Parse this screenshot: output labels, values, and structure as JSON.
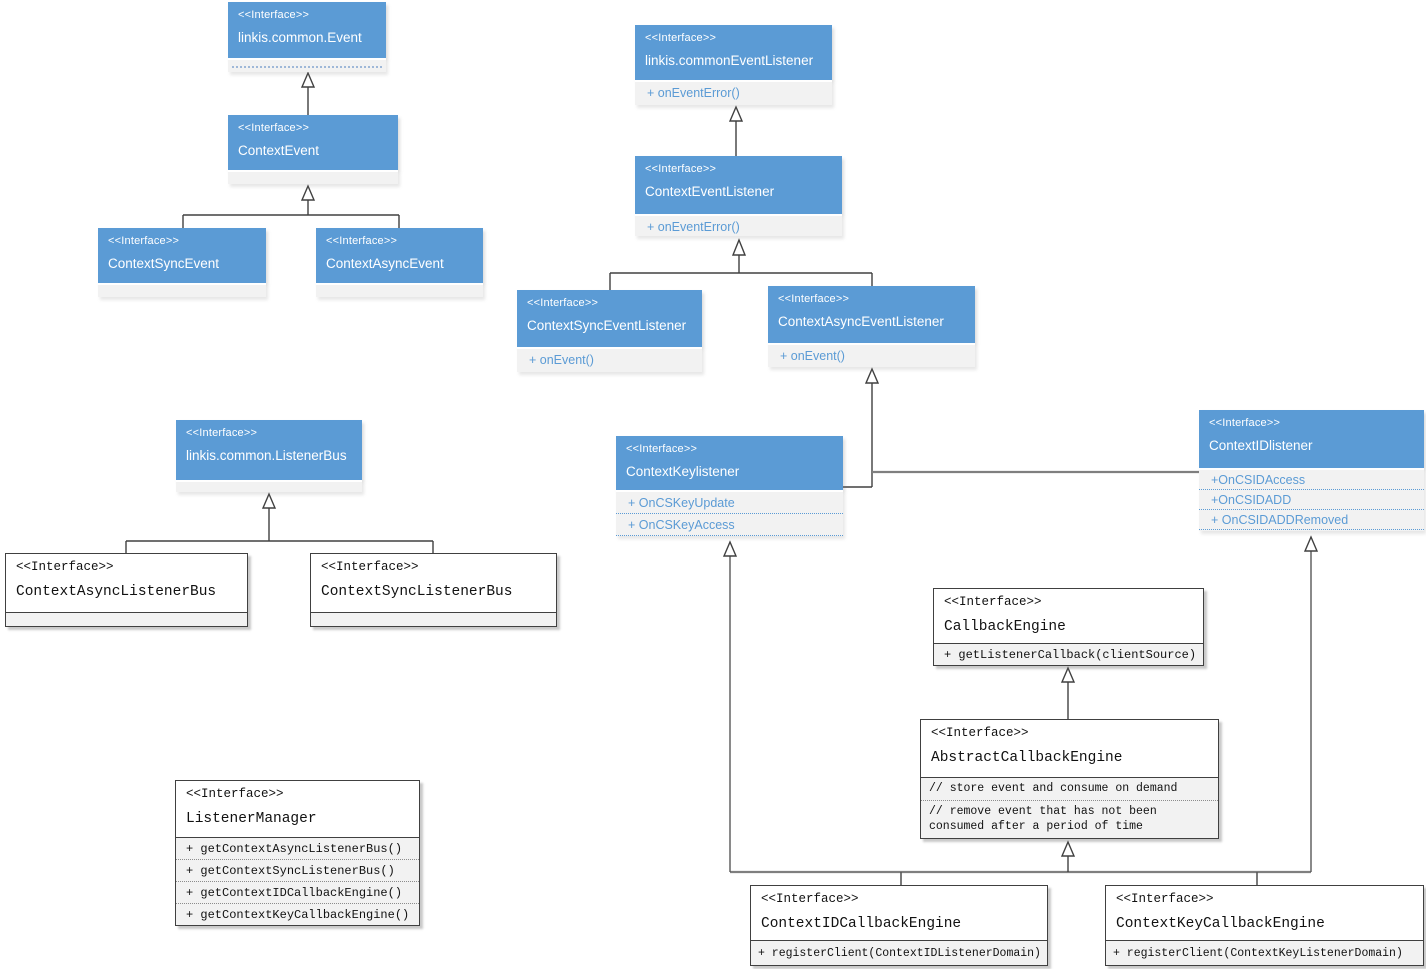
{
  "diagram": {
    "background": "#ffffff",
    "accent_blue": "#5b9bd5",
    "compartment_gray": "#f2f2f2",
    "line_dark": "#404040",
    "line_gray": "#7f7f7f"
  },
  "classes": {
    "linkis_common_event": {
      "stereotype": "<<Interface>>",
      "name": "linkis.common.Event",
      "methods": []
    },
    "context_event": {
      "stereotype": "<<Interface>>",
      "name": "ContextEvent",
      "methods": []
    },
    "context_sync_event": {
      "stereotype": "<<Interface>>",
      "name": "ContextSyncEvent",
      "methods": []
    },
    "context_async_event": {
      "stereotype": "<<Interface>>",
      "name": "ContextAsyncEvent",
      "methods": []
    },
    "linkis_common_event_listener": {
      "stereotype": "<<Interface>>",
      "name": "linkis.commonEventListener",
      "methods": [
        "+ onEventError()"
      ]
    },
    "context_event_listener": {
      "stereotype": "<<Interface>>",
      "name": "ContextEventListener",
      "methods": [
        "+ onEventError()"
      ]
    },
    "context_sync_event_listener": {
      "stereotype": "<<Interface>>",
      "name": "ContextSyncEventListener",
      "methods": [
        "+ onEvent()"
      ]
    },
    "context_async_event_listener": {
      "stereotype": "<<Interface>>",
      "name": "ContextAsyncEventListener",
      "methods": [
        "+ onEvent()"
      ]
    },
    "linkis_common_listener_bus": {
      "stereotype": "<<Interface>>",
      "name": "linkis.common.ListenerBus",
      "methods": []
    },
    "context_key_listener": {
      "stereotype": "<<Interface>>",
      "name": "ContextKeylistener",
      "methods": [
        "+ OnCSKeyUpdate",
        "+ OnCSKeyAccess"
      ]
    },
    "context_id_listener": {
      "stereotype": "<<Interface>>",
      "name": "ContextIDlistener",
      "methods": [
        "+OnCSIDAccess",
        "+OnCSIDADD",
        "+ OnCSIDADDRemoved"
      ]
    },
    "context_async_listener_bus": {
      "stereotype": "<<Interface>>",
      "name": "ContextAsyncListenerBus",
      "methods": []
    },
    "context_sync_listener_bus": {
      "stereotype": "<<Interface>>",
      "name": "ContextSyncListenerBus",
      "methods": []
    },
    "callback_engine": {
      "stereotype": "<<Interface>>",
      "name": "CallbackEngine",
      "methods": [
        "+ getListenerCallback(clientSource)"
      ]
    },
    "abstract_callback_engine": {
      "stereotype": "<<Interface>>",
      "name": "AbstractCallbackEngine",
      "comments": [
        "// store event and consume on demand",
        "// remove event that has not been consumed after a period of time"
      ]
    },
    "context_id_callback_engine": {
      "stereotype": "<<Interface>>",
      "name": "ContextIDCallbackEngine",
      "methods": [
        "+ registerClient(ContextIDListenerDomain)"
      ]
    },
    "context_key_callback_engine": {
      "stereotype": "<<Interface>>",
      "name": "ContextKeyCallbackEngine",
      "methods": [
        "+ registerClient(ContextKeyListenerDomain)"
      ]
    },
    "listener_manager": {
      "stereotype": "<<Interface>>",
      "name": "ListenerManager",
      "methods": [
        "+ getContextAsyncListenerBus()",
        "+ getContextSyncListenerBus()",
        "+ getContextIDCallbackEngine()",
        "+ getContextKeyCallbackEngine()"
      ]
    }
  },
  "relationships": [
    {
      "from": "ContextEvent",
      "to": "linkis.common.Event",
      "type": "generalization"
    },
    {
      "from": "ContextSyncEvent",
      "to": "ContextEvent",
      "type": "generalization"
    },
    {
      "from": "ContextAsyncEvent",
      "to": "ContextEvent",
      "type": "generalization"
    },
    {
      "from": "ContextEventListener",
      "to": "linkis.commonEventListener",
      "type": "generalization"
    },
    {
      "from": "ContextSyncEventListener",
      "to": "ContextEventListener",
      "type": "generalization"
    },
    {
      "from": "ContextAsyncEventListener",
      "to": "ContextEventListener",
      "type": "generalization"
    },
    {
      "from": "ContextKeylistener",
      "to": "ContextAsyncEventListener",
      "type": "generalization"
    },
    {
      "from": "ContextIDlistener",
      "to": "ContextAsyncEventListener",
      "type": "generalization"
    },
    {
      "from": "ContextAsyncListenerBus",
      "to": "linkis.common.ListenerBus",
      "type": "generalization"
    },
    {
      "from": "ContextSyncListenerBus",
      "to": "linkis.common.ListenerBus",
      "type": "generalization"
    },
    {
      "from": "AbstractCallbackEngine",
      "to": "CallbackEngine",
      "type": "generalization"
    },
    {
      "from": "ContextIDCallbackEngine",
      "to": "AbstractCallbackEngine",
      "type": "generalization"
    },
    {
      "from": "ContextKeyCallbackEngine",
      "to": "AbstractCallbackEngine",
      "type": "generalization"
    },
    {
      "from": "ContextIDCallbackEngine",
      "to": "ContextKeylistener",
      "type": "generalization"
    },
    {
      "from": "ContextKeyCallbackEngine",
      "to": "ContextIDlistener",
      "type": "generalization"
    }
  ]
}
